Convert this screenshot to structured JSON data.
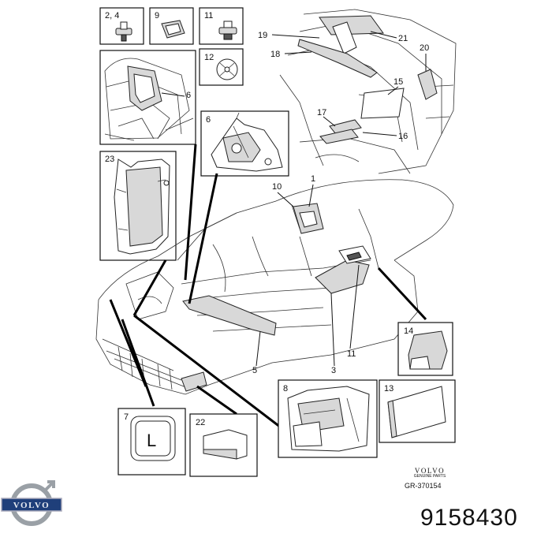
{
  "callouts": {
    "c24": "2, 4",
    "c9": "9",
    "c11": "11",
    "c12": "12",
    "c6a": "6",
    "c6b": "6",
    "c23": "23",
    "c19": "19",
    "c21": "21",
    "c18": "18",
    "c20": "20",
    "c15": "15",
    "c17": "17",
    "c16": "16",
    "c10": "10",
    "c1": "1",
    "c5": "5",
    "c3": "3",
    "c11b": "11",
    "c14": "14",
    "c8": "8",
    "c13": "13",
    "c7": "7",
    "c22": "22"
  },
  "insert_7_letter": "L",
  "brand": {
    "name": "VOLVO",
    "sub": "GENUINE PARTS"
  },
  "figure_code": "GR-370154",
  "part_number": "9158430",
  "logo_text": "VOLVO",
  "colors": {
    "ink": "#111111",
    "shade": "#d8d8d8",
    "logo_chrome": "#9aa0a6",
    "logo_band": "#1f3f7a"
  }
}
